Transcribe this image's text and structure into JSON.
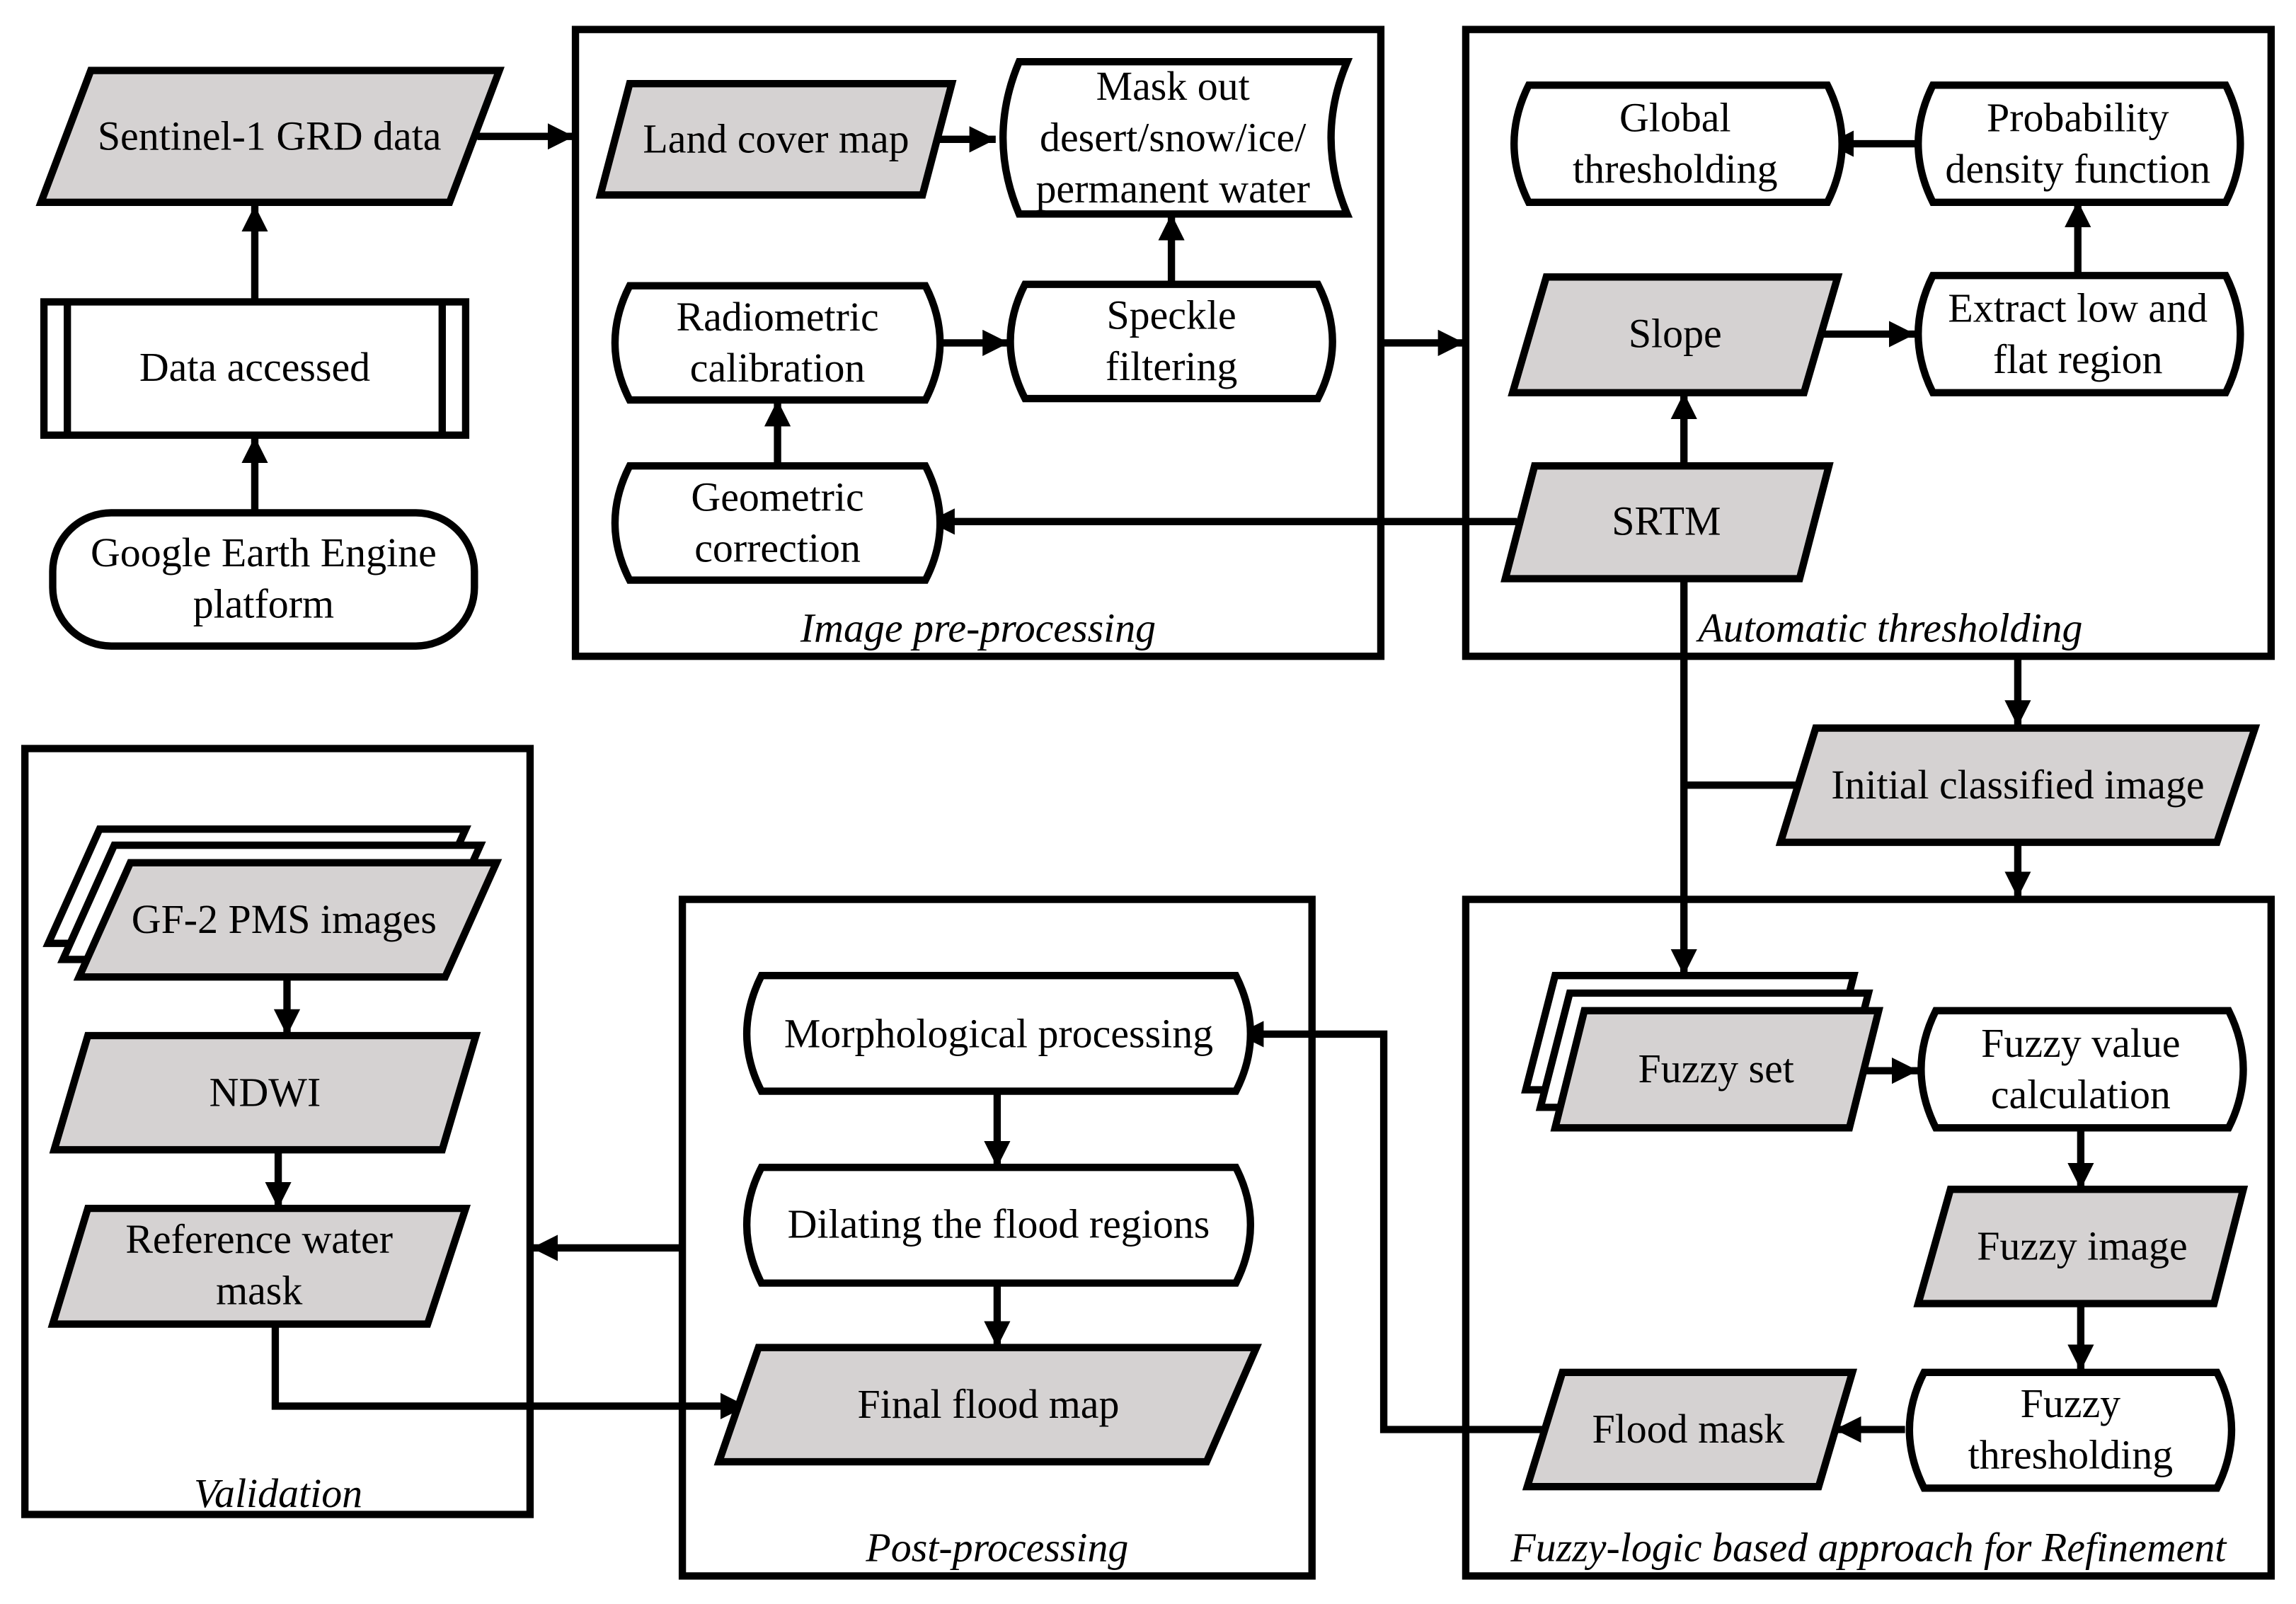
{
  "groups": {
    "preprocessing": "Image pre-processing",
    "thresholding": "Automatic thresholding",
    "validation": "Validation",
    "postprocessing": "Post-processing",
    "fuzzy": "Fuzzy-logic based approach for Refinement"
  },
  "nodes": {
    "sentinel": [
      "Sentinel-1 GRD data"
    ],
    "data_accessed": [
      "Data accessed"
    ],
    "gee": [
      "Google Earth Engine",
      "platform"
    ],
    "land_cover": [
      "Land cover map"
    ],
    "mask_out": [
      "Mask out",
      "desert/snow/ice/",
      "permanent water"
    ],
    "radiometric": [
      "Radiometric",
      "calibration"
    ],
    "speckle": [
      "Speckle",
      "filtering"
    ],
    "geometric": [
      "Geometric",
      "correction"
    ],
    "global_thr": [
      "Global",
      "thresholding"
    ],
    "pdf": [
      "Probability",
      "density function"
    ],
    "slope": [
      "Slope"
    ],
    "extract": [
      "Extract low and",
      "flat region"
    ],
    "srtm": [
      "SRTM"
    ],
    "initial": [
      "Initial classified image"
    ],
    "gf2": [
      "GF-2 PMS images"
    ],
    "ndwi": [
      "NDWI"
    ],
    "ref_water": [
      "Reference water",
      "mask"
    ],
    "morph": [
      "Morphological processing"
    ],
    "dilate": [
      "Dilating the flood regions"
    ],
    "final": [
      "Final flood map"
    ],
    "fuzzy_set": [
      "Fuzzy set"
    ],
    "fuzzy_calc": [
      "Fuzzy value",
      "calculation"
    ],
    "fuzzy_img": [
      "Fuzzy image"
    ],
    "fuzzy_thr": [
      "Fuzzy",
      "thresholding"
    ],
    "flood_mask": [
      "Flood mask"
    ]
  }
}
